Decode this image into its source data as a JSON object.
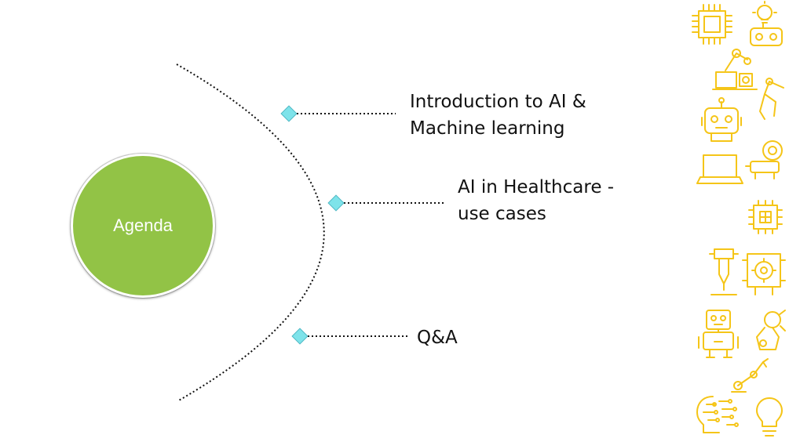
{
  "center_label": "Agenda",
  "items": [
    {
      "lines": [
        "Introduction to AI &",
        "Machine learning"
      ]
    },
    {
      "lines": [
        "AI in Healthcare -",
        "use cases"
      ]
    },
    {
      "lines": [
        "Q&A"
      ]
    }
  ],
  "colors": {
    "center_fill": "#92c346",
    "marker_fill": "#7ee3ea",
    "icon_color": "#f5c518",
    "text": "#111111"
  },
  "icons": [
    "chip-icon",
    "lightbulb-robot-icon",
    "robot-arm-icon",
    "robot-head-icon",
    "robotic-claw-icon",
    "laptop-icon",
    "robot-eye-icon",
    "circuit-chip-icon",
    "3d-printer-icon",
    "gear-circuit-icon",
    "robot-icon",
    "robot-tinkering-icon",
    "industrial-arm-icon",
    "circuit-head-icon",
    "lightbulb-icon"
  ]
}
